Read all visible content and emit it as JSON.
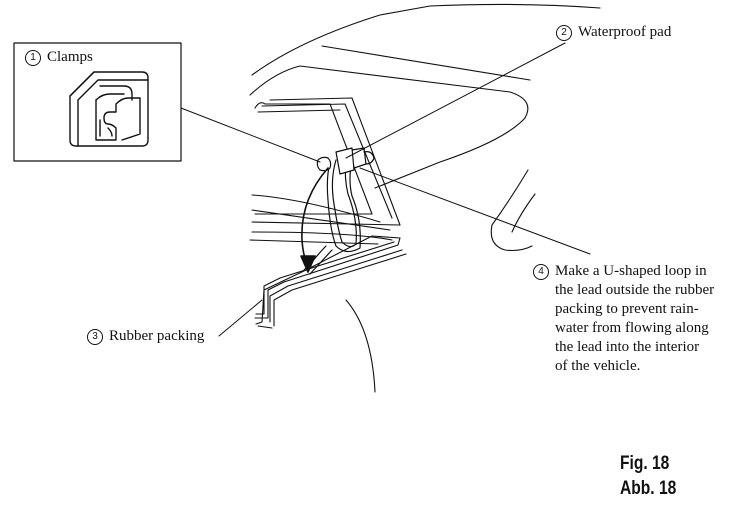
{
  "callouts": {
    "clamps": {
      "number": "1",
      "text": "Clamps"
    },
    "waterproof_pad": {
      "number": "2",
      "text": "Waterproof pad"
    },
    "rubber_packing": {
      "number": "3",
      "text": "Rubber packing"
    },
    "u_loop": {
      "number": "4",
      "lines": [
        "Make a U-shaped loop in",
        "the lead outside the rubber",
        "packing to prevent rain-",
        "water from flowing along",
        "the lead into the interior",
        "of the vehicle."
      ]
    }
  },
  "figure": {
    "label_en": "Fig. 18",
    "label_de": "Abb. 18"
  }
}
